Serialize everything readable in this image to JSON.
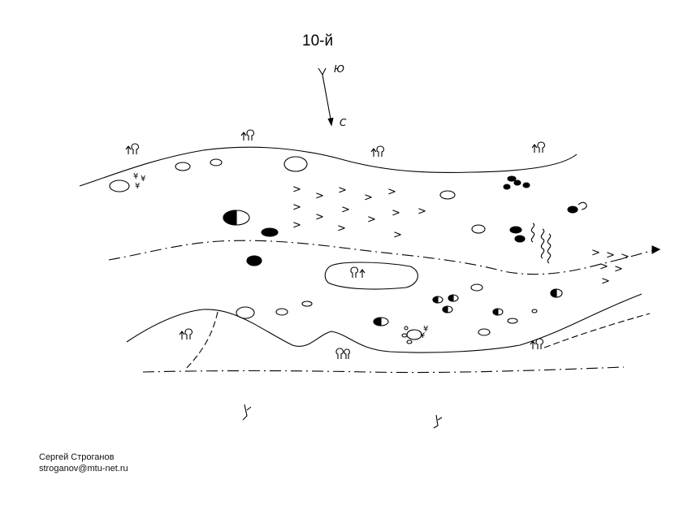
{
  "diagram": {
    "title": "10-й",
    "north_arrow": {
      "top_label": "Ю",
      "bottom_label": "С"
    },
    "author": {
      "name": "Сергей Строганов",
      "email": "stroganov@mtu-net.ru"
    }
  },
  "colors": {
    "ink": "#000000",
    "paper": "#ffffff"
  },
  "legend_icons": [
    "tree-icon",
    "hole-open-icon",
    "hole-filled-icon",
    "hole-half-icon",
    "chevron-mark-icon",
    "snag-icon",
    "wavy-mark-icon"
  ]
}
